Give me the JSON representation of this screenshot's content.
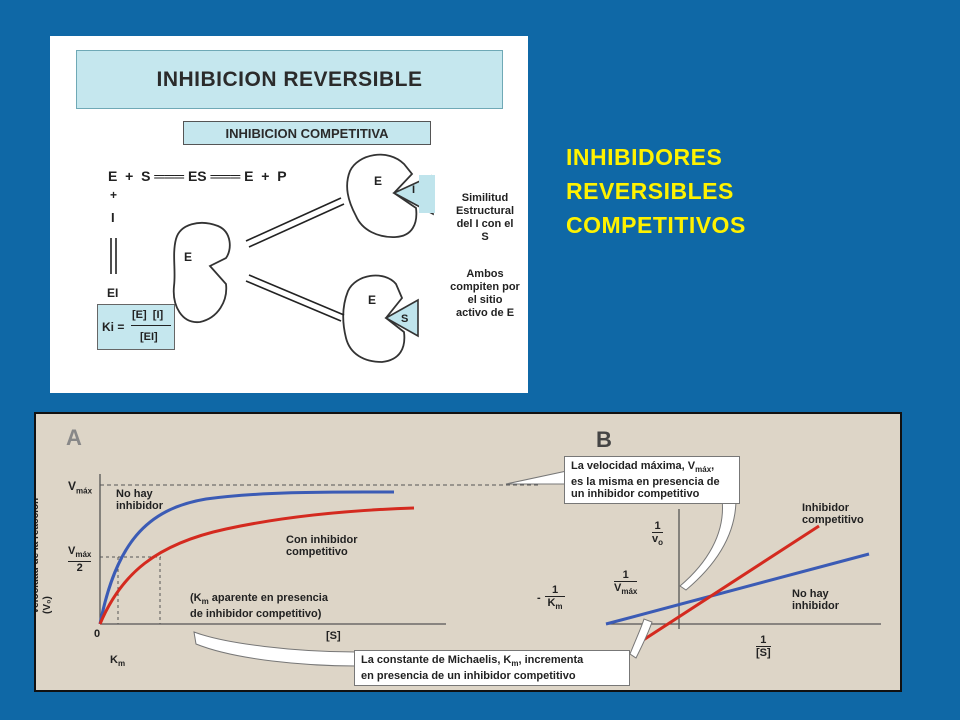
{
  "slide": {
    "side_title": [
      "INHIBIDORES",
      "REVERSIBLES",
      "COMPETITIVOS"
    ],
    "background_color": "#0f68a6",
    "title_color": "#fff200"
  },
  "top_panel": {
    "banner_title": "INHIBICION REVERSIBLE",
    "subtitle": "INHIBICION COMPETITIVA",
    "reaction": "E  +  S ═══ ES ═══ E  +  P",
    "plus": "+",
    "inhibitor": "I",
    "ei": "EI",
    "enzyme_label": "E",
    "inhibitor_label": "I",
    "substrate_label": "S",
    "ki": {
      "lhs": "Ki =",
      "numerator": "[E]  [I]",
      "denominator": "[EI]"
    },
    "note_similarity": [
      "Similitud",
      "Estructural",
      "del I con el",
      "S"
    ],
    "note_compete": [
      "Ambos",
      "compiten por",
      "el sitio",
      "activo de E"
    ]
  },
  "graph_panel": {
    "label_a": "A",
    "label_b": "B",
    "a": {
      "ylabel": "Velocidad de la reacción (V₀)",
      "vmax": "V",
      "vmax_sub": "máx",
      "vmax_half_num": "V",
      "vmax_half_sub": "máx",
      "vmax_half_den": "2",
      "origin": "0",
      "xlabel": "[S]",
      "km": "K",
      "km_sub": "m",
      "no_inhibitor": [
        "No hay",
        "inhibidor"
      ],
      "with_inhibitor": [
        "Con inhibidor",
        "competitivo"
      ],
      "apparent_km": [
        "(K",
        "m",
        " aparente en presencia",
        "de inhibidor competitivo)"
      ]
    },
    "b": {
      "y_num": "1",
      "y_den": "v",
      "y_den_sub": "o",
      "x_num": "1",
      "x_den": "[S]",
      "neg_num": "-",
      "neg_one": "1",
      "neg_den": "K",
      "neg_den_sub": "m",
      "vmax_num": "1",
      "vmax_den": "V",
      "vmax_den_sub": "máx",
      "inhibitor_label": [
        "Inhibidor",
        "competitivo"
      ],
      "no_inhibitor": [
        "No hay",
        "inhibidor"
      ]
    },
    "callout_vmax": [
      "La velocidad máxima, V",
      "máx",
      ",",
      "es la misma en presencia de",
      "un inhibidor competitivo"
    ],
    "callout_km": [
      "La constante de Michaelis, K",
      "m",
      ", incrementa",
      "en presencia de un inhibidor competitivo"
    ],
    "colors": {
      "no_inhibitor": "#3b5bb5",
      "inhibitor": "#d42a1f"
    }
  }
}
